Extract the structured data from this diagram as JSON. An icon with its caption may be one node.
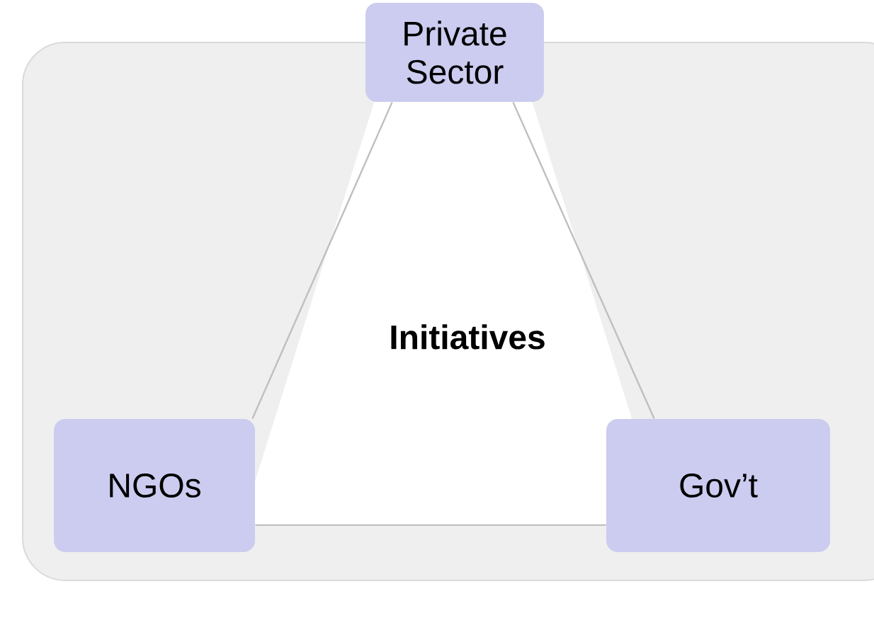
{
  "diagram": {
    "nodes": [
      {
        "text": [
          "Private Sector"
        ]
      },
      {
        "text": [
          "Initiatives"
        ]
      },
      {
        "text": [
          "NGOs"
        ]
      },
      {
        "text": [
          "Gov’t"
        ]
      }
    ],
    "edges": [
      {
        "from": 0,
        "to": 2,
        "arrow": "none"
      },
      {
        "from": 2,
        "to": 3,
        "arrow": "none"
      },
      {
        "from": 3,
        "to": 0,
        "arrow": "none"
      }
    ]
  }
}
